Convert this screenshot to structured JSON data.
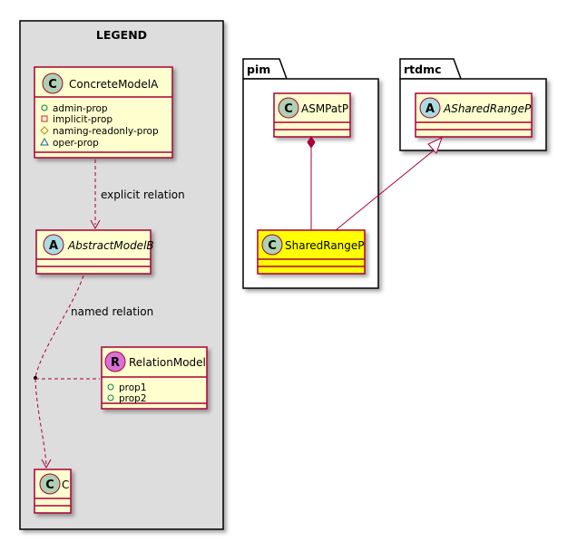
{
  "legend": {
    "title": "LEGEND",
    "concrete_model": {
      "name": "ConcreteModelA",
      "stereo": "C",
      "props": [
        {
          "vis": "public",
          "text": "admin-prop"
        },
        {
          "vis": "private",
          "text": "implicit-prop"
        },
        {
          "vis": "protected",
          "text": "naming-readonly-prop"
        },
        {
          "vis": "package",
          "text": "oper-prop"
        }
      ]
    },
    "explicit_relation": "explicit relation",
    "abstract_model": {
      "name": "AbstractModelB",
      "stereo": "A"
    },
    "named_relation": "named relation",
    "relation_model": {
      "name": "RelationModel",
      "stereo": "R",
      "props": [
        {
          "vis": "public",
          "text": "prop1"
        },
        {
          "vis": "public",
          "text": "prop2"
        }
      ]
    },
    "c_class": {
      "name": "C",
      "stereo": "C"
    }
  },
  "pim": {
    "package": "pim",
    "asm": {
      "name": "ASMPatP",
      "stereo": "C"
    },
    "shared": {
      "name": "SharedRangeP",
      "stereo": "C"
    }
  },
  "rtdmc": {
    "package": "rtdmc",
    "abstract_shared": {
      "name": "ASharedRangeP",
      "stereo": "A"
    }
  },
  "colors": {
    "class_fill": "#FEFECE",
    "class_border": "#A80036",
    "highlight_fill": "#FFFF00",
    "legend_bg": "#DDDDDD",
    "circle_c": "#ADD1B2",
    "circle_a": "#A9DCDF",
    "circle_r": "#DA70D6"
  }
}
